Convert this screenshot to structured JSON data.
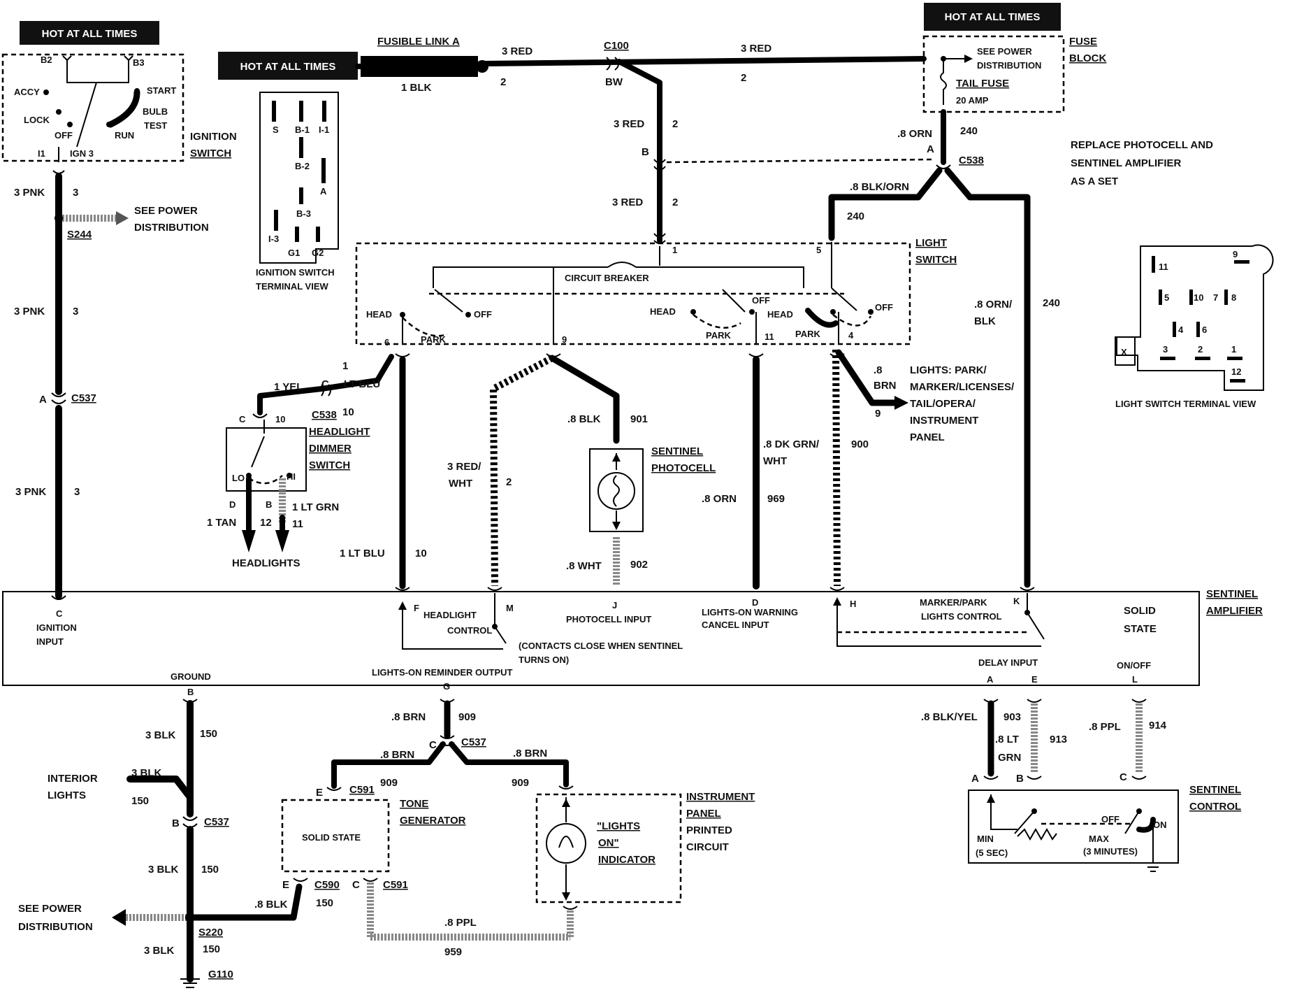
{
  "hot_labels": {
    "ignition": "HOT AT ALL TIMES",
    "fusible": "HOT AT ALL TIMES",
    "fuse_block": "HOT AT ALL TIMES"
  },
  "fusible_link": "FUSIBLE LINK A",
  "fusible_color": "1 BLK",
  "ignition_switch": {
    "label_1": "IGNITION",
    "label_2": "SWITCH",
    "b2": "B2",
    "b3": "B3",
    "accy": "ACCY",
    "start": "START",
    "lock": "LOCK",
    "bulb_1": "BULB",
    "bulb_2": "TEST",
    "off": "OFF",
    "run": "RUN",
    "i1": "I1",
    "ign3": "IGN 3"
  },
  "terminal_view": {
    "pins": [
      "S",
      "B-1",
      "I-1",
      "B-2",
      "A",
      "B-3",
      "I-3",
      "G1",
      "G2"
    ],
    "label_1": "IGNITION SWITCH",
    "label_2": "TERMINAL VIEW"
  },
  "fuse_block": {
    "label_1": "FUSE",
    "label_2": "BLOCK",
    "see_1": "SEE POWER",
    "see_2": "DISTRIBUTION",
    "fuse": "TAIL FUSE",
    "amp": "20 AMP"
  },
  "note": [
    "REPLACE PHOTOCELL AND",
    "SENTINEL AMPLIFIER",
    "AS A SET"
  ],
  "light_switch_view": {
    "pins": [
      "11",
      "9",
      "5",
      "10",
      "7",
      "8",
      "4",
      "6",
      "3",
      "2",
      "1",
      "12",
      "X"
    ],
    "label": "LIGHT SWITCH TERMINAL VIEW"
  },
  "light_switch": {
    "label_1": "LIGHT",
    "label_2": "SWITCH",
    "circuit_breaker": "CIRCUIT BREAKER",
    "head_left": "HEAD",
    "off_left": "OFF",
    "park_left": "PARK",
    "head_right": "HEAD",
    "off_mid": "OFF",
    "head_mid": "HEAD",
    "off_right": "OFF",
    "park_mid": "PARK",
    "park_right": "PARK",
    "pin1": "1",
    "pin5": "5",
    "pin6": "6",
    "pin9": "9",
    "pin11": "11",
    "pin4": "4"
  },
  "wires": {
    "red_top_left": "3 RED",
    "red_top_left_n": "2",
    "c100": "C100",
    "bw": "BW",
    "red_top_right": "3 RED",
    "red_top_right_n": "2",
    "red_mid_1": "3 RED",
    "red_mid_1_n": "2",
    "b": "B",
    "red_mid_2": "3 RED",
    "red_mid_2_n": "2",
    "orn_top": ".8 ORN",
    "orn_top_n": "240",
    "a_top": "A",
    "c538_top": "C538",
    "blk_orn": ".8 BLK/ORN",
    "blk_orn_n": "240",
    "orn_blk_1": ".8 ORN/",
    "orn_blk_2": "BLK",
    "orn_blk_n": "240",
    "pnk_1": "3 PNK",
    "pnk_1_n": "3",
    "see_power_1": "SEE POWER",
    "see_power_2": "DISTRIBUTION",
    "s244": "S244",
    "pnk_2": "3 PNK",
    "pnk_2_n": "3",
    "a_c537": "A",
    "c537_mid": "C537",
    "pnk_3": "3 PNK",
    "pnk_3_n": "3",
    "yel": "1 YEL",
    "c_c538": "C",
    "ltblu_top": "LT BLU",
    "ltblu_top_n": "1",
    "c538_mid": "C538",
    "c538_mid_n": "10",
    "ltblu": "1 LT BLU",
    "ltblu_n": "10",
    "redwht_1": "3 RED/",
    "redwht_2": "WHT",
    "redwht_n": "2",
    "blk901": ".8 BLK",
    "blk901_n": "901",
    "wht902": ".8 WHT",
    "wht902_n": "902",
    "dkgrn_1": ".8 DK GRN/",
    "dkgrn_2": "WHT",
    "dkgrn_n": "900",
    "orn969": ".8 ORN",
    "orn969_n": "969",
    "brn_1": ".8",
    "brn_2": "BRN",
    "brn_n": "9",
    "lights_text": [
      "LIGHTS: PARK/",
      "MARKER/LICENSES/",
      "TAIL/OPERA/",
      "INSTRUMENT",
      "PANEL"
    ]
  },
  "dimmer": {
    "label_1": "HEADLIGHT",
    "label_2": "DIMMER",
    "label_3": "SWITCH",
    "c": "C",
    "c_n": "10",
    "lo": "LO",
    "hi": "HI",
    "d": "D",
    "b": "B",
    "tan": "1 TAN",
    "tan_n": "12",
    "ltgrn": "1 LT GRN",
    "ltgrn_n": "11",
    "headlights": "HEADLIGHTS"
  },
  "photocell": {
    "label_1": "SENTINEL",
    "label_2": "PHOTOCELL"
  },
  "amplifier": {
    "label_1": "SENTINEL",
    "label_2": "AMPLIFIER",
    "solid_1": "SOLID",
    "solid_2": "STATE",
    "c": "C",
    "ign_1": "IGNITION",
    "ign_2": "INPUT",
    "f": "F",
    "hc_1": "HEADLIGHT",
    "hc_2": "CONTROL",
    "m": "M",
    "contacts_1": "(CONTACTS CLOSE WHEN SENTINEL",
    "contacts_2": "TURNS ON)",
    "j": "J",
    "photo_in": "PHOTOCELL INPUT",
    "d": "D",
    "warn_1": "LIGHTS-ON WARNING",
    "warn_2": "CANCEL INPUT",
    "h": "H",
    "k": "K",
    "mp_1": "MARKER/PARK",
    "mp_2": "LIGHTS CONTROL",
    "ground": "GROUND",
    "ground_b": "B",
    "reminder": "LIGHTS-ON REMINDER OUTPUT",
    "reminder_g": "G",
    "delay": "DELAY INPUT",
    "a": "A",
    "e": "E",
    "onoff": "ON/OFF",
    "l": "L"
  },
  "bottom": {
    "blk150_1": "3 BLK",
    "blk150_1_n": "150",
    "interior_1": "INTERIOR",
    "interior_2": "LIGHTS",
    "int_blk": "3 BLK",
    "int_n": "150",
    "b_c537": "B",
    "c537_low": "C537",
    "blk150_2": "3 BLK",
    "blk150_2_n": "150",
    "see_1": "SEE POWER",
    "see_2": "DISTRIBUTION",
    "s220": "S220",
    "blk150_3": "3 BLK",
    "blk150_3_n": "150",
    "g110": "G110",
    "brn_top": ".8 BRN",
    "brn_top_n": "909",
    "c_c537": "C",
    "c537_r": "C537",
    "brn_l": ".8 BRN",
    "brn_l_n": "909",
    "e_c591": "E",
    "c591_t": "C591",
    "brn_r": ".8 BRN",
    "brn_r_n": "909",
    "tone_1": "TONE",
    "tone_2": "GENERATOR",
    "solid": "SOLID STATE",
    "e_c590": "E",
    "c590": "C590",
    "blk_low": ".8 BLK",
    "blk_low_n": "150",
    "c_c591": "C",
    "c591_b": "C591",
    "ppl": ".8 PPL",
    "ppl_n": "959",
    "ip_1": "INSTRUMENT",
    "ip_2": "PANEL",
    "ip_3": "PRINTED",
    "ip_4": "CIRCUIT",
    "ind_1": "\"LIGHTS",
    "ind_2": "ON\"",
    "ind_3": "INDICATOR"
  },
  "control": {
    "blk_yel": ".8 BLK/YEL",
    "blk_yel_n": "903",
    "lt_1": ".8 LT",
    "lt_2": "GRN",
    "lt_n": "913",
    "ppl": ".8 PPL",
    "ppl_n": "914",
    "a": "A",
    "b": "B",
    "c": "C",
    "label_1": "SENTINEL",
    "label_2": "CONTROL",
    "min_1": "MIN",
    "min_2": "(5 SEC)",
    "off": "OFF",
    "on": "ON",
    "max_1": "MAX",
    "max_2": "(3 MINUTES)"
  }
}
